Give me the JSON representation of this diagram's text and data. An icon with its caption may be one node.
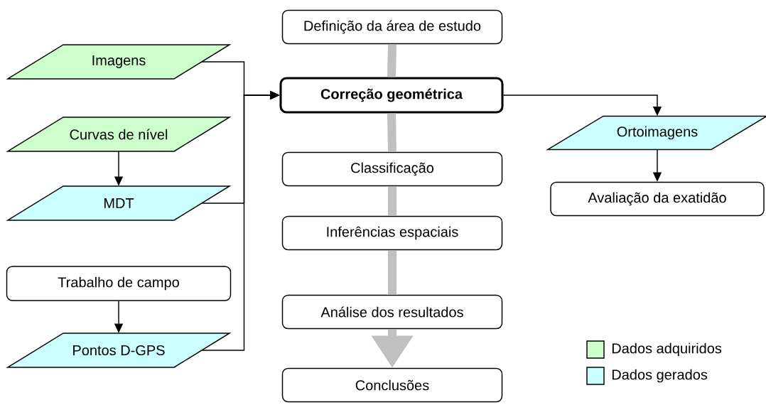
{
  "diagram": {
    "nodes": [
      {
        "text": [
          "Definição da área de estudo"
        ]
      },
      {
        "text": [
          "Correção geométrica"
        ]
      },
      {
        "text": [
          "Classificação"
        ]
      },
      {
        "text": [
          "Inferências espaciais"
        ]
      },
      {
        "text": [
          "Análise dos resultados"
        ]
      },
      {
        "text": [
          "Conclusões"
        ]
      },
      {
        "text": [
          "Imagens"
        ]
      },
      {
        "text": [
          "Curvas de nível"
        ]
      },
      {
        "text": [
          "MDT"
        ]
      },
      {
        "text": [
          "Trabalho de campo"
        ]
      },
      {
        "text": [
          "Pontos D-GPS"
        ]
      },
      {
        "text": [
          "Ortoimagens"
        ]
      },
      {
        "text": [
          "Avaliação da exatidão"
        ]
      }
    ],
    "edges": [
      {
        "from": 6,
        "to": 1,
        "arrow": "to"
      },
      {
        "from": 8,
        "to": 1,
        "arrow": "to"
      },
      {
        "from": 10,
        "to": 1,
        "arrow": "to"
      },
      {
        "from": 7,
        "to": 8,
        "arrow": "to"
      },
      {
        "from": 9,
        "to": 10,
        "arrow": "to"
      },
      {
        "from": 1,
        "to": 11,
        "arrow": "to"
      },
      {
        "from": 11,
        "to": 12,
        "arrow": "to"
      },
      {
        "from": 0,
        "to": 1,
        "arrow": "none",
        "style": "thick",
        "color": "#c0c0c0"
      },
      {
        "from": 1,
        "to": 2,
        "arrow": "none",
        "style": "thick",
        "color": "#c0c0c0"
      },
      {
        "from": 2,
        "to": 3,
        "arrow": "none",
        "style": "thick",
        "color": "#c0c0c0"
      },
      {
        "from": 3,
        "to": 4,
        "arrow": "none",
        "style": "thick",
        "color": "#c0c0c0"
      },
      {
        "from": 4,
        "to": 5,
        "arrow": "to",
        "style": "thick",
        "color": "#c0c0c0"
      }
    ],
    "legend": [
      {
        "text": "Dados adquiridos",
        "color": "#ccffcc"
      },
      {
        "text": "Dados gerados",
        "color": "#ccffff"
      }
    ]
  }
}
